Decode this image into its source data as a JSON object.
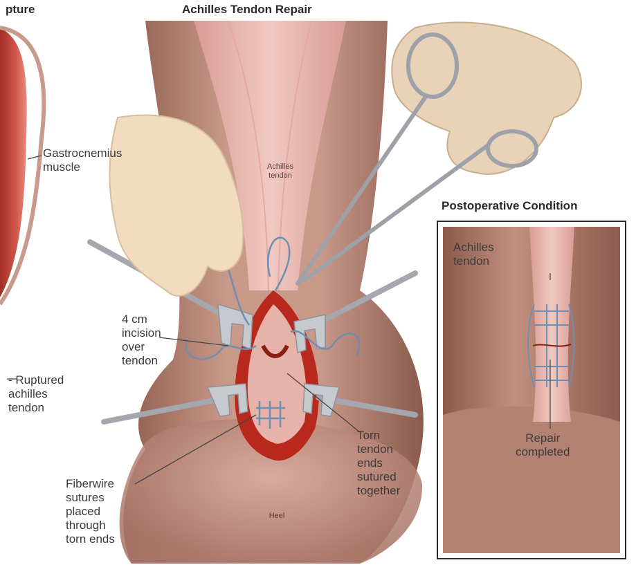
{
  "titles": {
    "left_partial": "pture",
    "main": "Achilles Tendon Repair",
    "inset": "Postoperative Condition"
  },
  "labels": {
    "gastrocnemius": "Gastrocnemius\nmuscle",
    "achilles_tendon_main": "Achilles\ntendon",
    "incision": "4 cm\nincision\nover\ntendon",
    "ruptured": "- Ruptured\nachilles\ntendon",
    "fiberwire": "Fiberwire\nsutures\nplaced\nthrough\ntorn ends",
    "torn_ends": "Torn\ntendon\nends\nsutured\ntogether",
    "heel": "Heel",
    "achilles_tendon_inset": "Achilles\ntendon",
    "repair_completed": "Repair\ncompleted"
  },
  "colors": {
    "skin": "#c79a8a",
    "skin_dark": "#9e6e5e",
    "tendon": "#e8b8b0",
    "muscle": "#c2463b",
    "wound": "#b8281c",
    "suture": "#6e8fb0",
    "instrument": "#b9bcc2",
    "glove": "#f1dcc0"
  }
}
